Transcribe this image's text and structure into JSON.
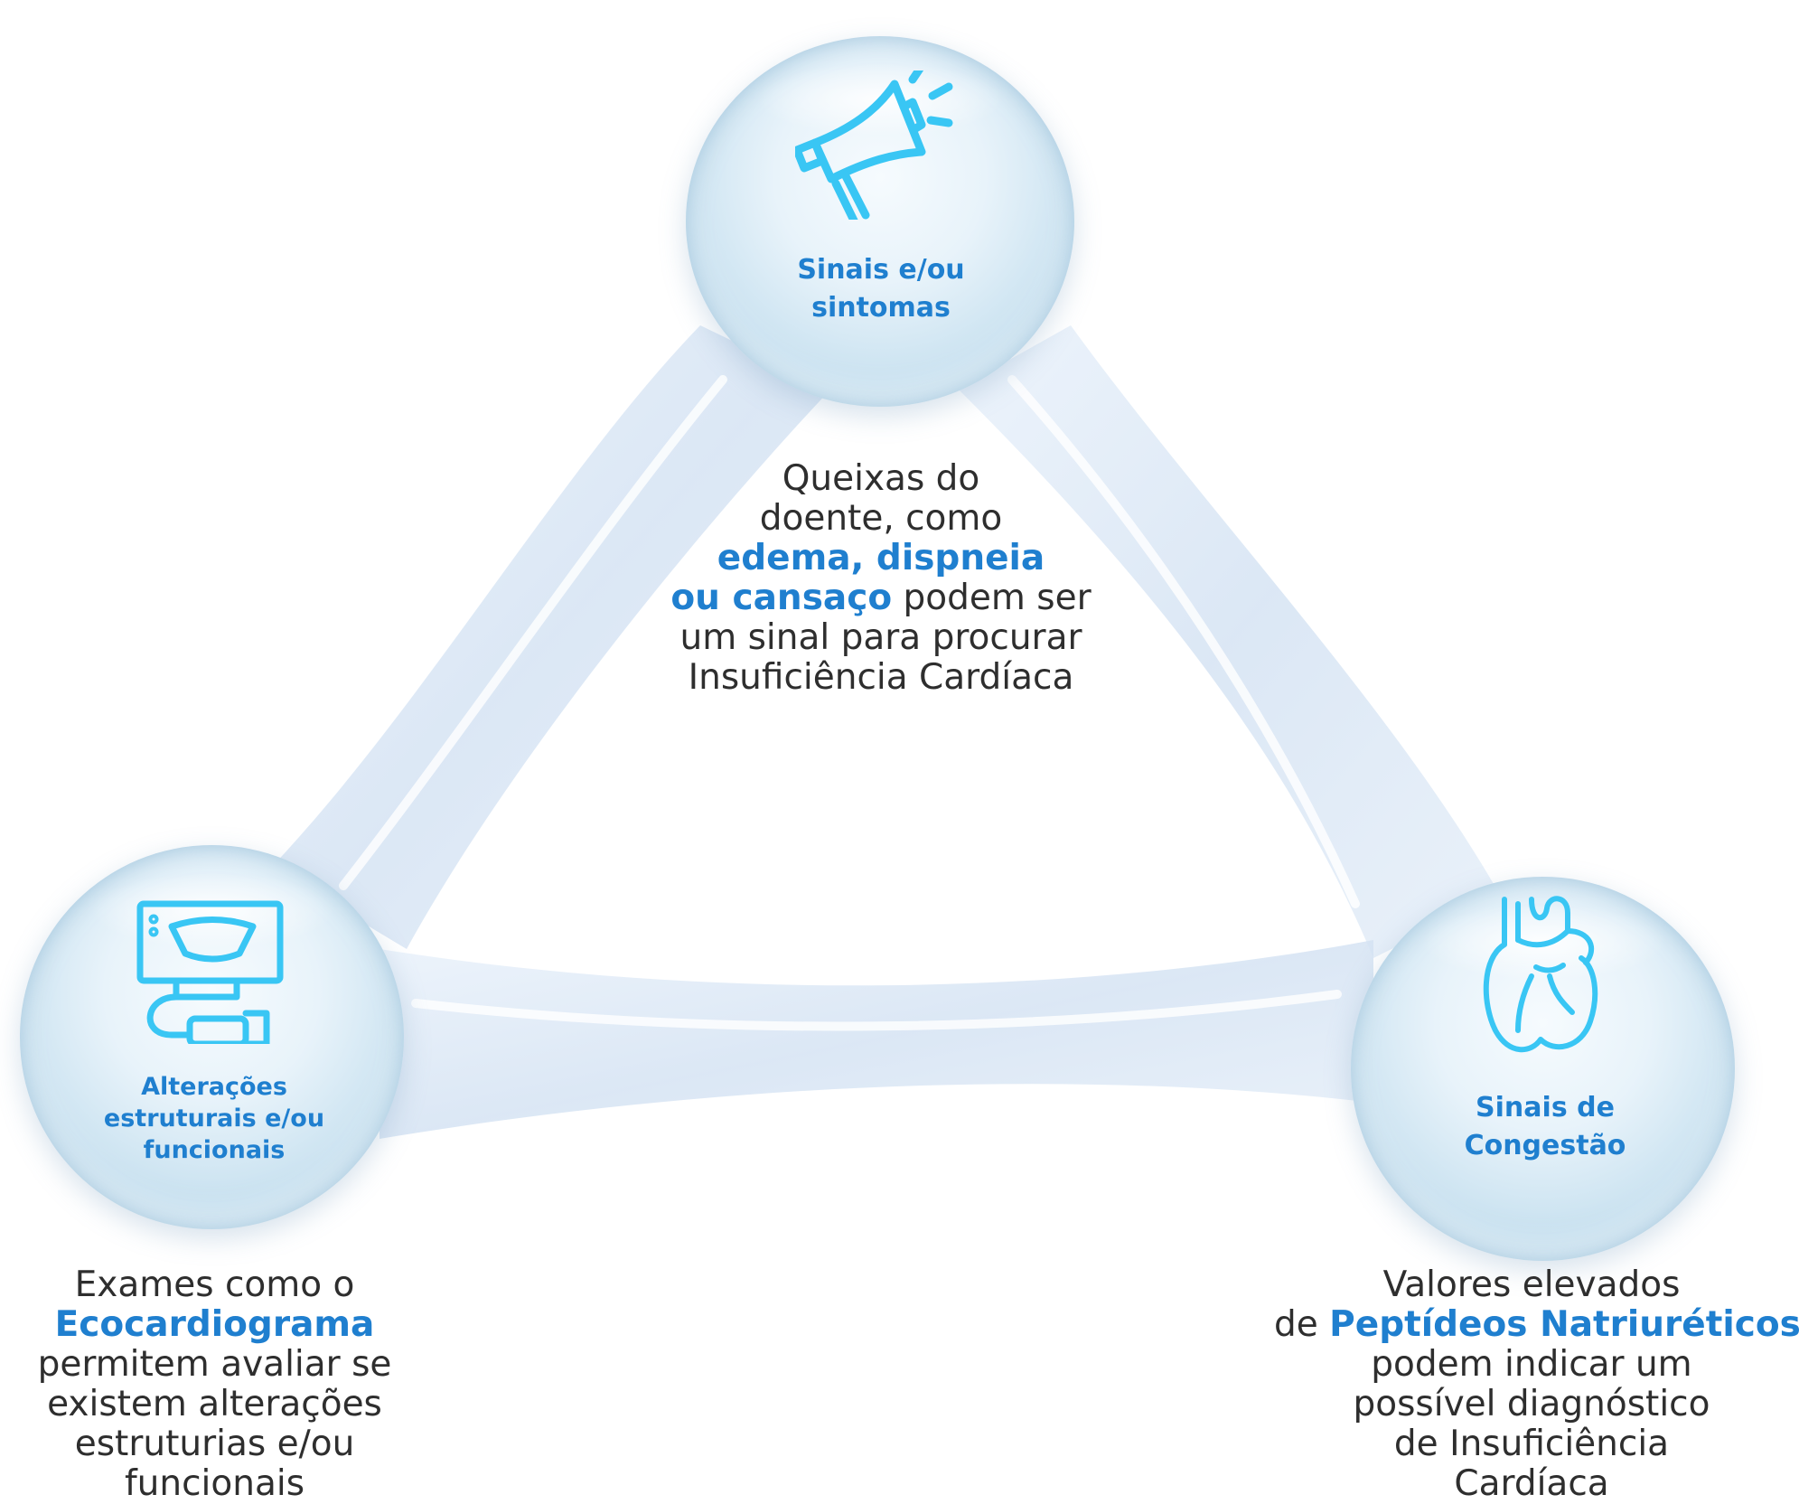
{
  "nodes": {
    "top": {
      "label_line1": "Sinais e/ou",
      "label_line2": "sintomas",
      "icon": "megaphone-icon",
      "description": {
        "line1": "Queixas do",
        "line2": "doente, como",
        "line3_highlight": "edema, dispneia",
        "line4_highlight": "ou cansaço",
        "line4_rest": " podem ser",
        "line5": "um sinal para procurar",
        "line6": "Insuficiência Cardíaca"
      }
    },
    "left": {
      "label_line1": "Alterações",
      "label_line2": "estruturais e/ou",
      "label_line3": "funcionais",
      "icon": "ultrasound-machine-icon",
      "description": {
        "line1": "Exames como o",
        "line2_highlight": "Ecocardiograma",
        "line3": "permitem avaliar se",
        "line4": "existem alterações",
        "line5": "estruturias e/ou",
        "line6": "funcionais"
      }
    },
    "right": {
      "label_line1": "Sinais de",
      "label_line2": "Congestão",
      "icon": "heart-icon",
      "description": {
        "line1": "Valores elevados",
        "line2_prefix": "de ",
        "line2_highlight": "Peptídeos Natriuréticos",
        "line3": "podem indicar um",
        "line4": "possível diagnóstico",
        "line5": "de Insuficiência",
        "line6": "Cardíaca"
      }
    }
  },
  "colors": {
    "highlight": "#1f7fcf",
    "icon_stroke": "#39c6f4",
    "body_text": "#2e2e2e"
  }
}
